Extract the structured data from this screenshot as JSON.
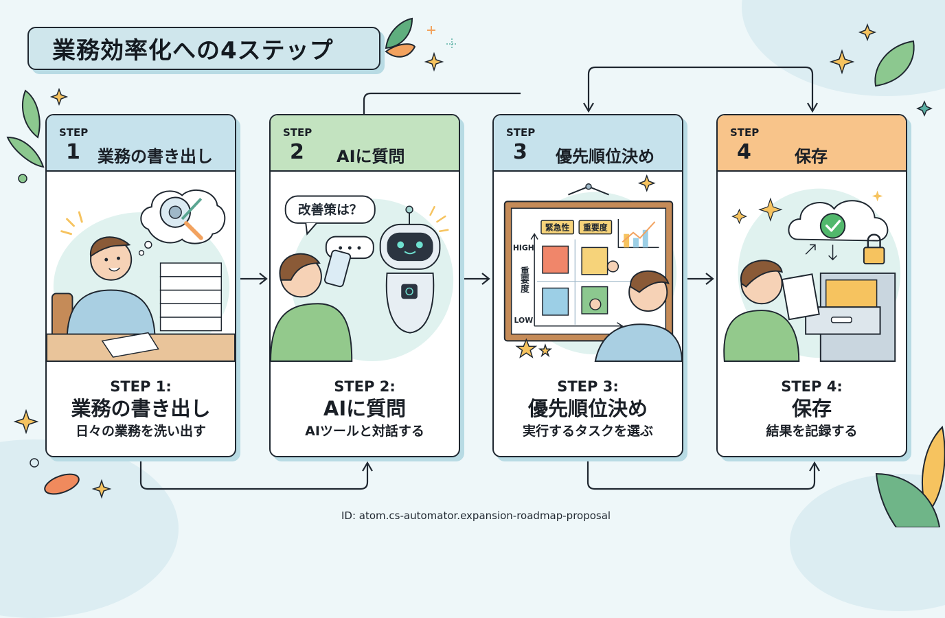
{
  "title": "業務効率化への4ステップ",
  "steps": [
    {
      "header_label": "STEP",
      "number": "1",
      "header_title": "業務の書き出し",
      "footer_step": "STEP 1:",
      "footer_title": "業務の書き出し",
      "description": "日々の業務を洗い出す",
      "color": "#c6e2ec"
    },
    {
      "header_label": "STEP",
      "number": "2",
      "header_title": "AIに質問",
      "footer_step": "STEP 2:",
      "footer_title": "AIに質問",
      "description": "AIツールと対話する",
      "color": "#c3e3c0",
      "speech_bubble": "改善策は？",
      "reply_bubble": "• • •"
    },
    {
      "header_label": "STEP",
      "number": "3",
      "header_title": "優先順位決め",
      "footer_step": "STEP 3:",
      "footer_title": "優先順位決め",
      "description": "実行するタスクを選ぶ",
      "color": "#c6e2ec",
      "board": {
        "tag_1": "緊急性",
        "tag_2": "重要度",
        "axis_high": "HIGH",
        "axis_low": "LOW",
        "axis_label": "重要度"
      }
    },
    {
      "header_label": "STEP",
      "number": "4",
      "header_title": "保存",
      "footer_step": "STEP 4:",
      "footer_title": "保存",
      "description": "結果を記録する",
      "color": "#f8c48a"
    }
  ],
  "footer_id": "ID: atom.cs-automator.expansion-roadmap-proposal",
  "colors": {
    "outline": "#1f2730",
    "shadow": "#b8dbe4",
    "background": "#eef7f9",
    "accent_orange": "#f2a25f",
    "accent_green": "#8cc88f",
    "star_yellow": "#f6c35f"
  }
}
